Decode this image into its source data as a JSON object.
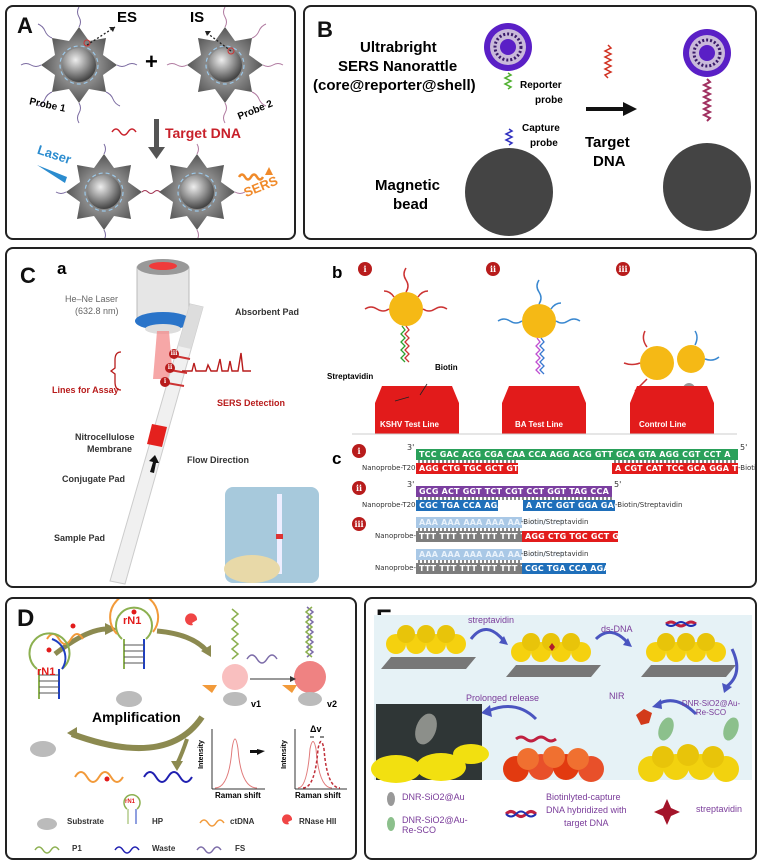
{
  "panelA": {
    "label": "A",
    "es": "ES",
    "is": "IS",
    "plus": "+",
    "probe1": "Probe 1",
    "probe2": "Probe 2",
    "target": "Target DNA",
    "laser": "Laser",
    "sers": "SERS"
  },
  "panelB": {
    "label": "B",
    "title1": "Ultrabright",
    "title2": "SERS Nanorattle",
    "title3": "(core@reporter@shell)",
    "reporter1": "Reporter",
    "reporter2": "probe",
    "capture1": "Capture",
    "capture2": "probe",
    "bead1": "Magnetic",
    "bead2": "bead",
    "target1": "Target",
    "target2": "DNA"
  },
  "panelC": {
    "label": "C",
    "sub_a": "a",
    "sub_b": "b",
    "sub_c": "c",
    "laser1": "He–Ne Laser",
    "laser2": "(632.8 nm)",
    "absorbent": "Absorbent Pad",
    "lines_assay": "Lines for Assay",
    "sers_detection": "SERS Detection",
    "nitro1": "Nitrocellulose",
    "nitro2": "Membrane",
    "flow": "Flow Direction",
    "conjugate": "Conjugate Pad",
    "sample": "Sample Pad",
    "badges": [
      "i",
      "ii",
      "iii"
    ],
    "b_streptavidin": "Streptavidin",
    "b_biotin": "Biotin",
    "test_lines": [
      "KSHV Test Line",
      "BA Test Line",
      "Control Line"
    ],
    "seq": {
      "three": "3'",
      "five": "5'",
      "nanoprobe_t20": "Nanoprobe-T20-",
      "nanoprobe": "Nanoprobe-",
      "biotin_strep": "-Biotin/Streptavidin",
      "i_top": "TCC GAC ACG CGA CAA CCA AGG ACG GTT GCA GTA AGG CGT CCT A",
      "i_bot_left": "AGG CTG TGC GCT GTT GG",
      "i_bot_right": "A CGT CAT TCC GCA GGA T",
      "ii_top": "GCG ACT GGT TCT CGT CCT GGT TAG CCA CCT CTG CC",
      "ii_bot_left": "CGC TGA CCA AGA GCA",
      "ii_bot_right": "A ATC GGT GGA GAC GG",
      "iii_polyA": "AAA AAA AAA AAA AAA AAA AA",
      "iii_polyT": "TTT TTT TTT TTT TTT TTT TT",
      "iii_red": "AGG CTG TGC GCT GTT GG",
      "iii_blue": "CGC TGA CCA AGA GCA"
    }
  },
  "panelD": {
    "label": "D",
    "rn1": "rN1",
    "amplification": "Amplification",
    "v1": "v1",
    "v2": "v2",
    "delta": "Δv",
    "intensity": "Intensity",
    "raman": "Raman shift",
    "legend": {
      "substrate": "Substrate",
      "hp": "HP",
      "ctdna": "ctDNA",
      "rnase": "RNase HII",
      "p1": "P1",
      "waste": "Waste",
      "fs": "FS"
    }
  },
  "panelE": {
    "label": "E",
    "streptavidin": "streptavidin",
    "dsdna": "ds-DNA",
    "nir": "NIR",
    "prolonged": "Prolonged  release",
    "dnr_reco": "DNR-SiO2@Au-Re-SCO",
    "legend": {
      "dnr_au": "DNR-SiO2@Au",
      "dnr_au_reco": "DNR-SiO2@Au-Re-SCO",
      "biotin1": "Biotinlyted-capture",
      "biotin2": "DNA hybridized with",
      "biotin3": "target DNA",
      "strep": "streptavidin"
    }
  },
  "colors": {
    "red": "#c8202a",
    "green": "#2aa05a",
    "purple": "#7b3fa0",
    "blue": "#1f6fba",
    "lightblue": "#a9c8e6",
    "gray": "#7d7d7d",
    "text_purple": "#7a3c9a"
  }
}
